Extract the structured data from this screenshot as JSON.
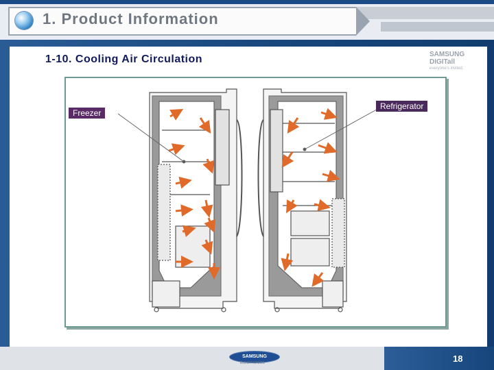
{
  "header": {
    "title": "1. Product Information"
  },
  "section": {
    "subtitle": "1-10. Cooling Air Circulation"
  },
  "brand": {
    "logo_line1": "SAMSUNG DIGITall",
    "logo_line2": "everyone's invited.",
    "footer_logo": "SAMSUNG",
    "footer_sub": "ELECTRONICS"
  },
  "diagram": {
    "label_freezer": "Freezer",
    "label_refrigerator": "Refrigerator",
    "arrow_color": "#e06a2a",
    "body_color": "#555555"
  },
  "footer": {
    "page_number": "18"
  }
}
